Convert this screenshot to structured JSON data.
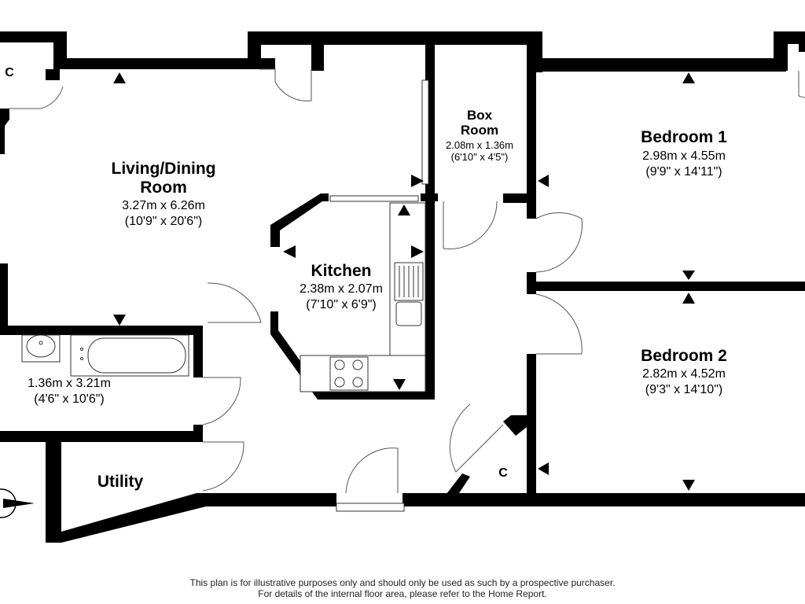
{
  "rooms": {
    "living": {
      "name_1": "Living/Dining",
      "name_2": "Room",
      "metric": "3.27m x 6.26m",
      "imperial": "(10'9\" x 20'6\")"
    },
    "kitchen": {
      "name": "Kitchen",
      "metric": "2.38m x 2.07m",
      "imperial": "(7'10\" x 6'9\")"
    },
    "box_room": {
      "name_1": "Box",
      "name_2": "Room",
      "metric": "2.08m x 1.36m",
      "imperial": "(6'10\" x 4'5\")"
    },
    "bedroom1": {
      "name": "Bedroom 1",
      "metric": "2.98m x 4.55m",
      "imperial": "(9'9\" x 14'11\")"
    },
    "bedroom2": {
      "name": "Bedroom 2",
      "metric": "2.82m x 4.52m",
      "imperial": "(9'3\" x 14'10\")"
    },
    "bathroom": {
      "metric": "1.36m x 3.21m",
      "imperial": "(4'6\" x 10'6\")"
    },
    "utility": {
      "name": "Utility"
    },
    "cupboard_1": {
      "label": "C"
    },
    "cupboard_2": {
      "label": "C"
    }
  },
  "footer": {
    "line1": "This plan is for illustrative purposes only and should only be used as such by a prospective purchaser.",
    "line2": "For details of the internal floor area, please refer to the Home Report."
  },
  "colors": {
    "wall": "#000000",
    "background": "#ffffff",
    "fixture": "#333333"
  }
}
